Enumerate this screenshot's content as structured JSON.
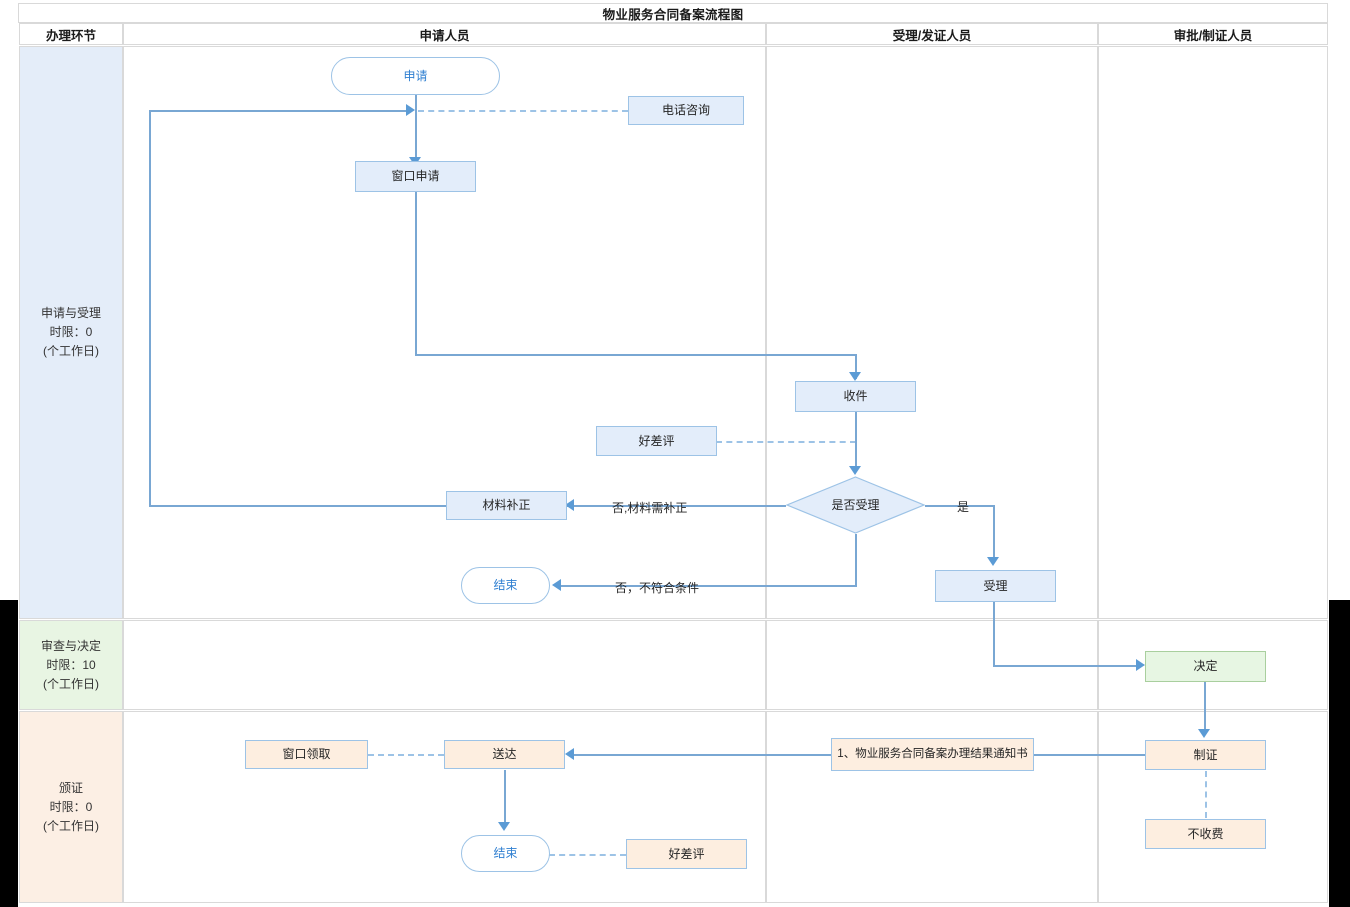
{
  "chart_data": {
    "type": "diagram",
    "title": "物业服务合同备案流程图",
    "nodes": [
      {
        "id": "apply",
        "label": "申请",
        "shape": "terminator",
        "lane": "申请人员",
        "stage": "申请与受理"
      },
      {
        "id": "phone",
        "label": "电话咨询",
        "shape": "box",
        "lane": "申请人员",
        "stage": "申请与受理"
      },
      {
        "id": "window-apply",
        "label": "窗口申请",
        "shape": "box",
        "lane": "申请人员",
        "stage": "申请与受理"
      },
      {
        "id": "receive",
        "label": "收件",
        "shape": "box",
        "lane": "受理/发证人员",
        "stage": "申请与受理"
      },
      {
        "id": "rating",
        "label": "好差评",
        "shape": "box",
        "lane": "申请人员",
        "stage": "申请与受理"
      },
      {
        "id": "accept-decision",
        "label": "是否受理",
        "shape": "diamond",
        "lane": "受理/发证人员",
        "stage": "申请与受理"
      },
      {
        "id": "material-fix",
        "label": "材料补正",
        "shape": "box",
        "lane": "申请人员",
        "stage": "申请与受理"
      },
      {
        "id": "end-1",
        "label": "结束",
        "shape": "terminator",
        "lane": "申请人员",
        "stage": "申请与受理"
      },
      {
        "id": "accept",
        "label": "受理",
        "shape": "box",
        "lane": "受理/发证人员",
        "stage": "申请与受理"
      },
      {
        "id": "decide",
        "label": "决定",
        "shape": "box",
        "lane": "审批/制证人员",
        "stage": "审查与决定"
      },
      {
        "id": "make-cert",
        "label": "制证",
        "shape": "box",
        "lane": "审批/制证人员",
        "stage": "颁证"
      },
      {
        "id": "no-fee",
        "label": "不收费",
        "shape": "box",
        "lane": "审批/制证人员",
        "stage": "颁证"
      },
      {
        "id": "notice",
        "label": "1、物业服务合同备案办理结果通知书",
        "shape": "box",
        "lane": "受理/发证人员",
        "stage": "颁证"
      },
      {
        "id": "deliver",
        "label": "送达",
        "shape": "box",
        "lane": "申请人员",
        "stage": "颁证"
      },
      {
        "id": "window-pickup",
        "label": "窗口领取",
        "shape": "box",
        "lane": "申请人员",
        "stage": "颁证"
      },
      {
        "id": "end-2",
        "label": "结束",
        "shape": "terminator",
        "lane": "申请人员",
        "stage": "颁证"
      },
      {
        "id": "rating-2",
        "label": "好差评",
        "shape": "box",
        "lane": "申请人员",
        "stage": "颁证"
      }
    ],
    "edges": [
      {
        "from": "apply",
        "to": "window-apply",
        "label": "",
        "style": "solid"
      },
      {
        "from": "apply",
        "to": "phone",
        "label": "",
        "style": "dashed"
      },
      {
        "from": "window-apply",
        "to": "receive",
        "label": "",
        "style": "solid"
      },
      {
        "from": "receive",
        "to": "accept-decision",
        "label": "",
        "style": "solid"
      },
      {
        "from": "rating",
        "to": "receive",
        "label": "",
        "style": "dashed"
      },
      {
        "from": "accept-decision",
        "to": "material-fix",
        "label": "否,材料需补正",
        "style": "solid"
      },
      {
        "from": "material-fix",
        "to": "apply",
        "label": "",
        "style": "solid"
      },
      {
        "from": "accept-decision",
        "to": "end-1",
        "label": "否，不符合条件",
        "style": "solid"
      },
      {
        "from": "accept-decision",
        "to": "accept",
        "label": "是",
        "style": "solid"
      },
      {
        "from": "accept",
        "to": "decide",
        "label": "",
        "style": "solid"
      },
      {
        "from": "decide",
        "to": "make-cert",
        "label": "",
        "style": "solid"
      },
      {
        "from": "make-cert",
        "to": "no-fee",
        "label": "",
        "style": "dashed"
      },
      {
        "from": "make-cert",
        "to": "notice",
        "label": "",
        "style": "solid"
      },
      {
        "from": "notice",
        "to": "deliver",
        "label": "",
        "style": "solid"
      },
      {
        "from": "window-pickup",
        "to": "deliver",
        "label": "",
        "style": "dashed"
      },
      {
        "from": "deliver",
        "to": "end-2",
        "label": "",
        "style": "solid"
      },
      {
        "from": "end-2",
        "to": "rating-2",
        "label": "",
        "style": "dashed"
      }
    ]
  },
  "header": {
    "title": "物业服务合同备案流程图",
    "columns": [
      {
        "label": "办理环节"
      },
      {
        "label": "申请人员"
      },
      {
        "label": "受理/发证人员"
      },
      {
        "label": "审批/制证人员"
      }
    ]
  },
  "stages": [
    {
      "name": "申请与受理",
      "limit_label": "时限：0",
      "unit": "(个工作日)"
    },
    {
      "name": "审查与决定",
      "limit_label": "时限：10",
      "unit": "(个工作日)"
    },
    {
      "name": "颁证",
      "limit_label": "时限：0",
      "unit": "(个工作日)"
    }
  ],
  "nodes": {
    "apply": "申请",
    "phone_consult": "电话咨询",
    "window_apply": "窗口申请",
    "receive": "收件",
    "rating_top": "好差评",
    "accept_decision": "是否受理",
    "material_fix": "材料补正",
    "end_top": "结束",
    "accept": "受理",
    "decide": "决定",
    "make_cert": "制证",
    "no_fee": "不收费",
    "notice": "1、物业服务合同备案办理结果通知书",
    "deliver": "送达",
    "window_pickup": "窗口领取",
    "end_bottom": "结束",
    "rating_bottom": "好差评"
  },
  "edge_labels": {
    "no_need_fix": "否,材料需补正",
    "no_not_eligible": "否，不符合条件",
    "yes": "是"
  },
  "colors": {
    "lane_stage1": "#e4edf9",
    "lane_stage2": "#e8f5e3",
    "lane_stage3": "#fcefe4",
    "node_blue": "#e3edfa",
    "node_green": "#e7f6e3",
    "node_peach": "#fdeee0",
    "border_blue": "#9dc3e6",
    "connector": "#79a7d3",
    "arrow": "#5b9bd5",
    "terminator_text": "#2f7fd1",
    "grid": "#d9d9d9"
  }
}
